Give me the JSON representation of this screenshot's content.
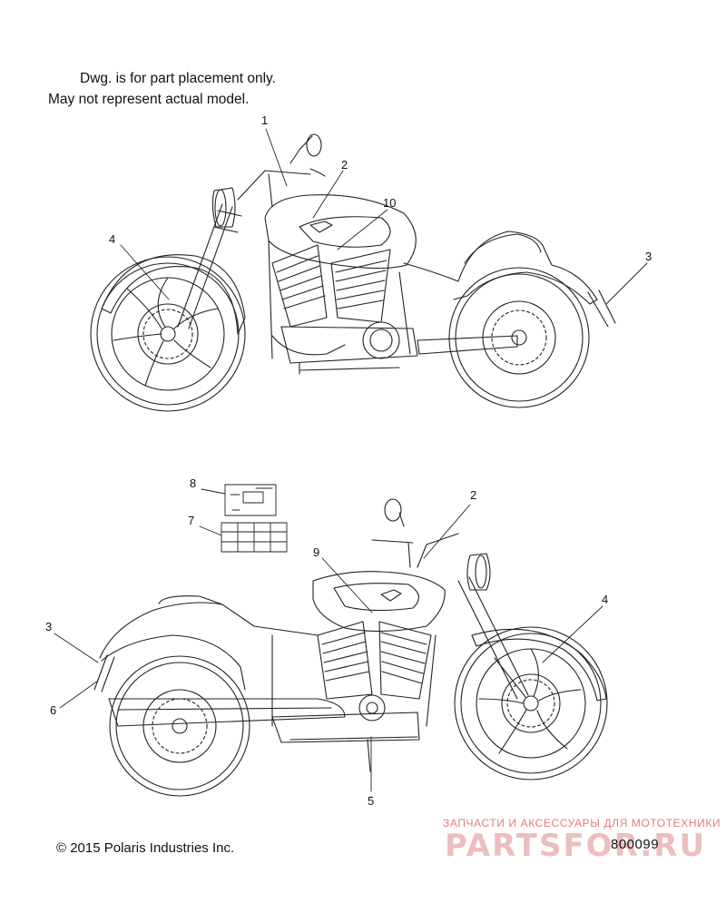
{
  "notes": [
    "Dwg. is for part placement only.",
    "May not represent actual model."
  ],
  "callouts": {
    "top": [
      "1",
      "2",
      "10",
      "4",
      "3"
    ],
    "bottom": [
      "8",
      "7",
      "2",
      "9",
      "4",
      "3",
      "6",
      "5"
    ]
  },
  "copyright": "© 2015 Polaris Industries Inc.",
  "drawing_number": "800099",
  "watermark": {
    "tagline": "ЗАПЧАСТИ И АКСЕССУАРЫ ДЛЯ МОТОТЕХНИКИ",
    "logo": "PARTSFOR.RU"
  }
}
